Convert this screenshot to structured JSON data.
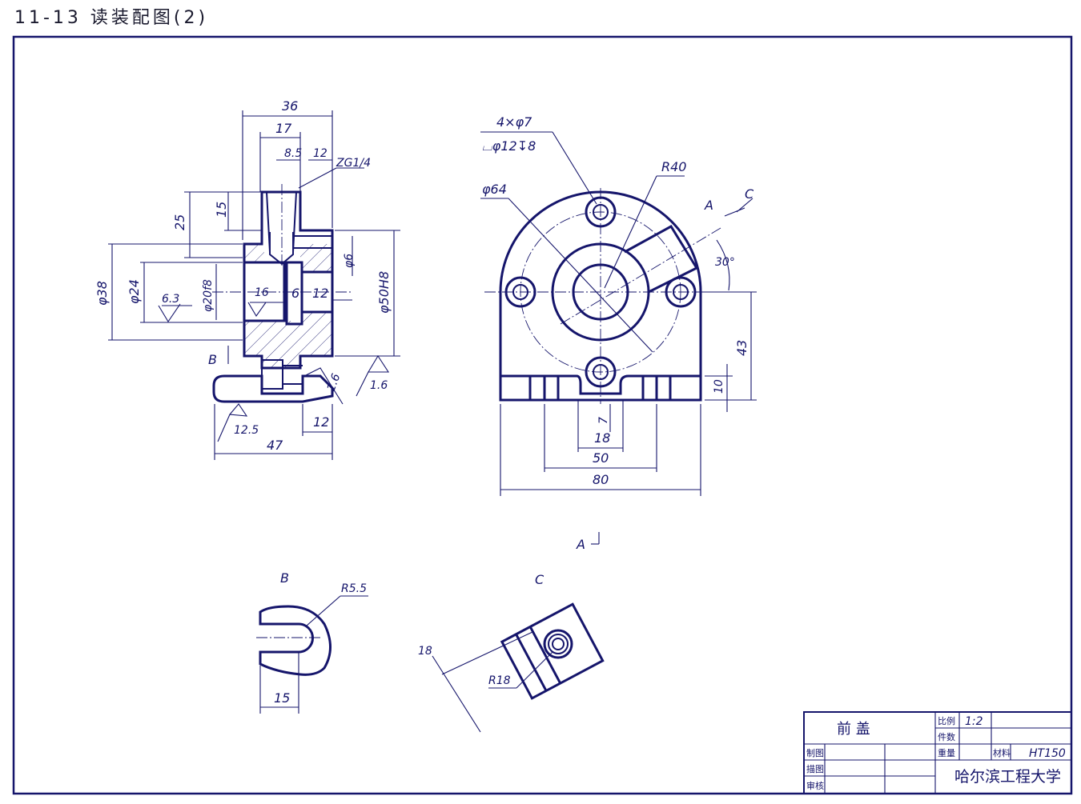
{
  "header": {
    "title": "11-13 读装配图(2)"
  },
  "section_view": {
    "dims": {
      "d36": "36",
      "d17": "17",
      "d85": "8.5",
      "d12top": "12",
      "thread": "ZG1/4",
      "d25": "25",
      "d15": "15",
      "phi6": "φ6",
      "phi38": "φ38",
      "phi24": "φ24",
      "rough63": "6.3",
      "phi20f8": "φ20f8",
      "d16": "16",
      "d6": "6",
      "d12mid": "12",
      "phi50h8": "φ50H8",
      "labelB": "B",
      "rough16a": "1.6",
      "rough16b": "1.6",
      "rough125": "12.5",
      "d12bot": "12",
      "d47": "47"
    }
  },
  "front_view": {
    "dims": {
      "holes": "4×φ7",
      "cbore": "⌴φ12↧8",
      "phi64": "φ64",
      "r40": "R40",
      "labelA": "A",
      "labelC": "C",
      "ang30": "30°",
      "d43": "43",
      "d10": "10",
      "d7": "7",
      "d18": "18",
      "d50": "50",
      "d80": "80",
      "viewA": "A"
    }
  },
  "view_b": {
    "label": "B",
    "r55": "R5.5",
    "d15": "15"
  },
  "view_c": {
    "label": "C",
    "d18": "18",
    "r18": "R18"
  },
  "title_block": {
    "part_name": "前 盖",
    "scale_label": "比例",
    "scale_value": "1:2",
    "qty_label": "件数",
    "weight_label": "重量",
    "material_label": "材料",
    "material_value": "HT150",
    "drawn_label": "制图",
    "traced_label": "描图",
    "checked_label": "审核",
    "school": "哈尔滨工程大学"
  }
}
